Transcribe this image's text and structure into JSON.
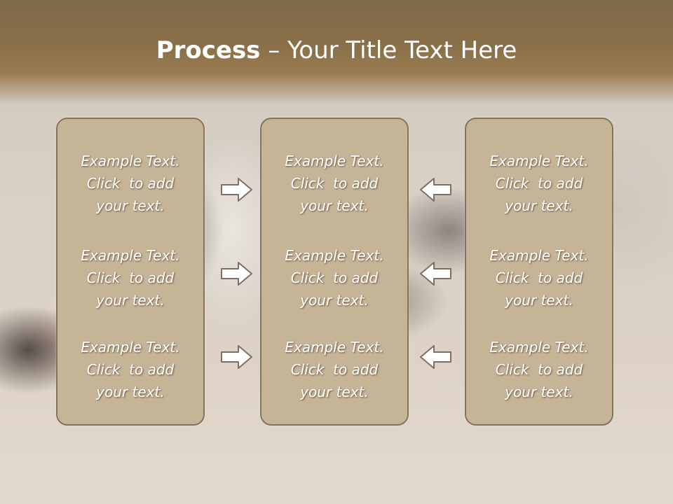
{
  "title": {
    "bold": "Process",
    "rest": " – Your Title Text Here"
  },
  "columns": [
    {
      "items": [
        "Example Text.\nClick  to add\nyour text.",
        "Example Text.\nClick  to add\nyour text.",
        "Example Text.\nClick  to add\nyour text."
      ]
    },
    {
      "items": [
        "Example Text.\nClick  to add\nyour text.",
        "Example Text.\nClick  to add\nyour text.",
        "Example Text.\nClick  to add\nyour text."
      ]
    },
    {
      "items": [
        "Example Text.\nClick  to add\nyour text.",
        "Example Text.\nClick  to add\nyour text.",
        "Example Text.\nClick  to add\nyour text."
      ]
    }
  ],
  "arrows": {
    "left_side": "right-arrow-icon",
    "right_side": "left-arrow-icon"
  },
  "colors": {
    "header": "#8a7048",
    "panel": "#c6b496",
    "panel_border": "#837460",
    "text": "#ffffff"
  }
}
